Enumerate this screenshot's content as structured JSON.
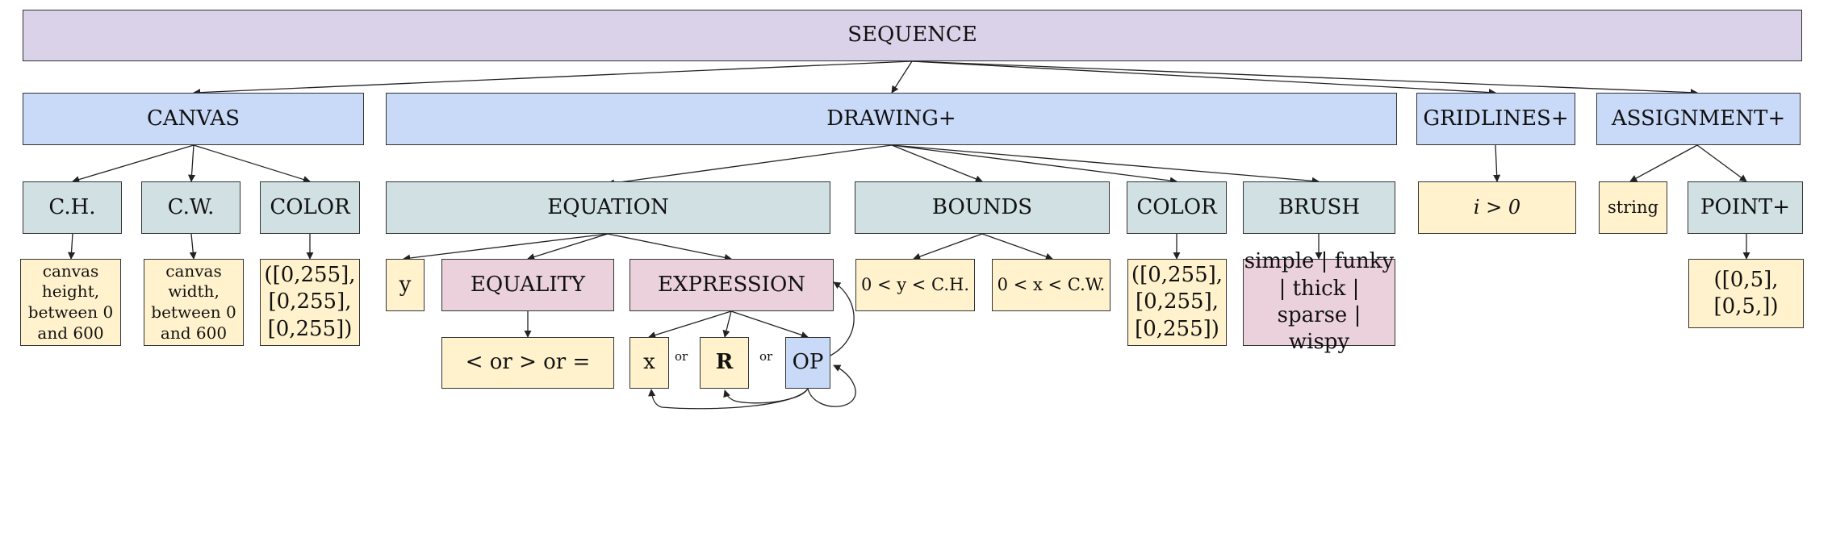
{
  "nodes": {
    "sequence": "SEQUENCE",
    "canvas": "CANVAS",
    "drawing": "DRAWING+",
    "gridlines": "GRIDLINES+",
    "assignment": "ASSIGNMENT+",
    "ch": "C.H.",
    "cw": "C.W.",
    "canvas_color": "COLOR",
    "equation": "EQUATION",
    "bounds": "BOUNDS",
    "drawing_color": "COLOR",
    "brush": "BRUSH",
    "gridlines_value": "i > 0",
    "string": "string",
    "point": "POINT+",
    "ch_desc": "canvas height, between 0 and 600",
    "cw_desc": "canvas width, between 0 and 600",
    "canvas_color_range": "([0,255], [0,255], [0,255])",
    "y": "y",
    "equality": "EQUALITY",
    "expression": "EXPRESSION",
    "y_bounds": "0 < y < C.H.",
    "x_bounds": "0 < x < C.W.",
    "drawing_color_range": "([0,255], [0,255], [0,255])",
    "brush_options": "simple | funky | thick | sparse | wispy",
    "point_range": "([0,5], [0,5,])",
    "equality_ops": "< or > or =",
    "x": "x",
    "r": "R",
    "op": "OP"
  },
  "connectors": {
    "or1": "or",
    "or2": "or"
  },
  "colors": {
    "lavender": "#d9d2e9",
    "blue": "#c9daf8",
    "gray": "#d0e0e3",
    "yellow": "#fff2cc",
    "pink": "#ead1dc"
  }
}
